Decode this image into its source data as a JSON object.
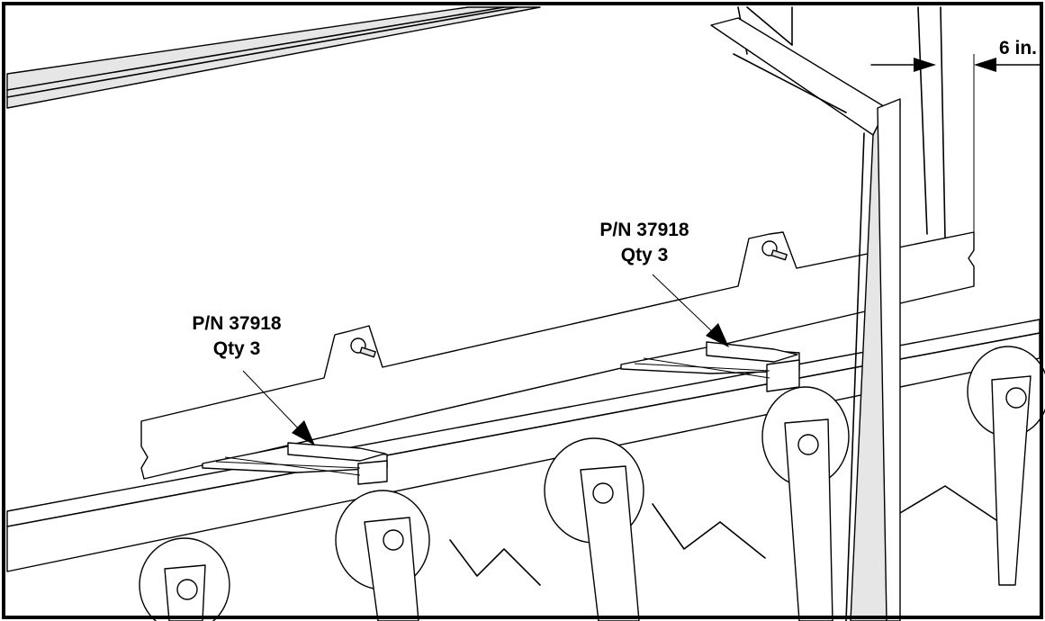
{
  "callouts": [
    {
      "part_number": "P/N 37918",
      "quantity": "Qty 3"
    },
    {
      "part_number": "P/N 37918",
      "quantity": "Qty 3"
    }
  ],
  "dimension": {
    "text": "6 in."
  },
  "colors": {
    "line": "#000000",
    "paper": "#ffffff",
    "shade": "#e6e6e6"
  }
}
